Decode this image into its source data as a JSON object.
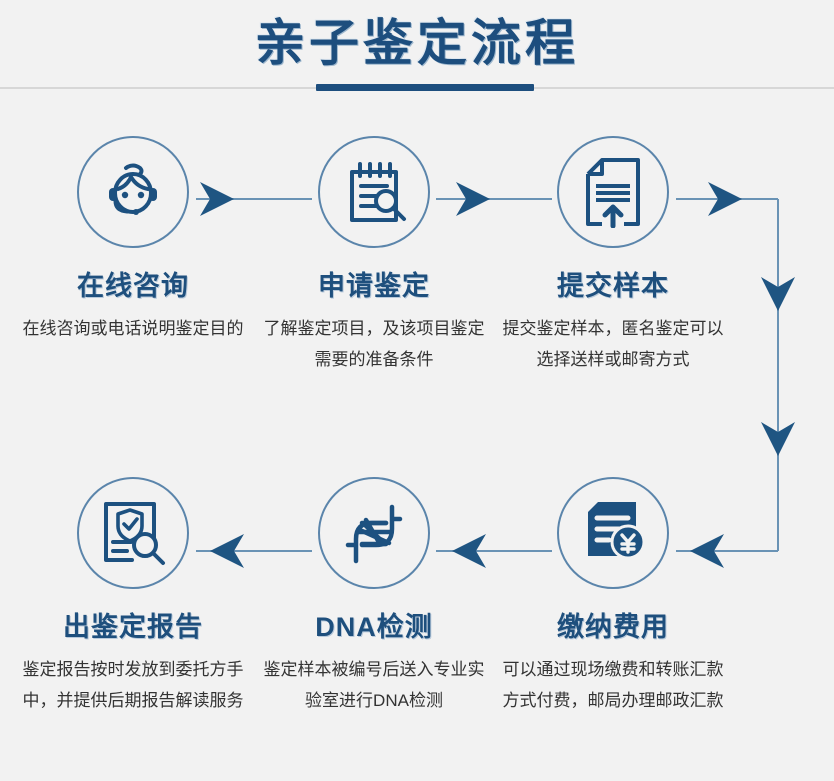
{
  "header": {
    "title": "亲子鉴定流程",
    "accent_color": "#1d4e7e",
    "rule_color": "#d7d7d7"
  },
  "theme": {
    "background": "#f2f2f2",
    "icon_stroke": "#1d5180",
    "circle_stroke": "#5b85ab",
    "arrow_fill": "#1f5582",
    "connector_line": "#6a93b5",
    "label_color": "#1e4f7d",
    "desc_color": "#333333"
  },
  "flow": {
    "direction_row1": "left-to-right",
    "direction_row2": "right-to-left",
    "steps": [
      {
        "index": 1,
        "icon": "customer-service-agent-icon",
        "label": "在线咨询",
        "desc": "在线咨询或电话说明鉴定目的"
      },
      {
        "index": 2,
        "icon": "clipboard-magnifier-icon",
        "label": "申请鉴定",
        "desc": "了解鉴定项目，及该项目鉴定需要的准备条件"
      },
      {
        "index": 3,
        "icon": "document-upload-icon",
        "label": "提交样本",
        "desc": "提交鉴定样本，匿名鉴定可以选择送样或邮寄方式"
      },
      {
        "index": 4,
        "icon": "invoice-yen-icon",
        "label": "缴纳费用",
        "desc": "可以通过现场缴费和转账汇款方式付费，邮局办理邮政汇款"
      },
      {
        "index": 5,
        "icon": "dna-helix-icon",
        "label": "DNA检测",
        "desc": "鉴定样本被编号后送入专业实验室进行DNA检测"
      },
      {
        "index": 6,
        "icon": "report-shield-magnifier-icon",
        "label": "出鉴定报告",
        "desc": "鉴定报告按时发放到委托方手中，并提供后期报告解读服务"
      }
    ],
    "connectors": [
      {
        "name": "arrow-step1-to-step2",
        "direction": "right"
      },
      {
        "name": "arrow-step2-to-step3",
        "direction": "right"
      },
      {
        "name": "arrow-step3-to-corner",
        "direction": "right"
      },
      {
        "name": "arrow-down-upper",
        "direction": "down"
      },
      {
        "name": "arrow-down-lower",
        "direction": "down"
      },
      {
        "name": "arrow-corner-to-step4",
        "direction": "left"
      },
      {
        "name": "arrow-step4-to-step5",
        "direction": "left"
      },
      {
        "name": "arrow-step5-to-step6",
        "direction": "left"
      }
    ]
  }
}
